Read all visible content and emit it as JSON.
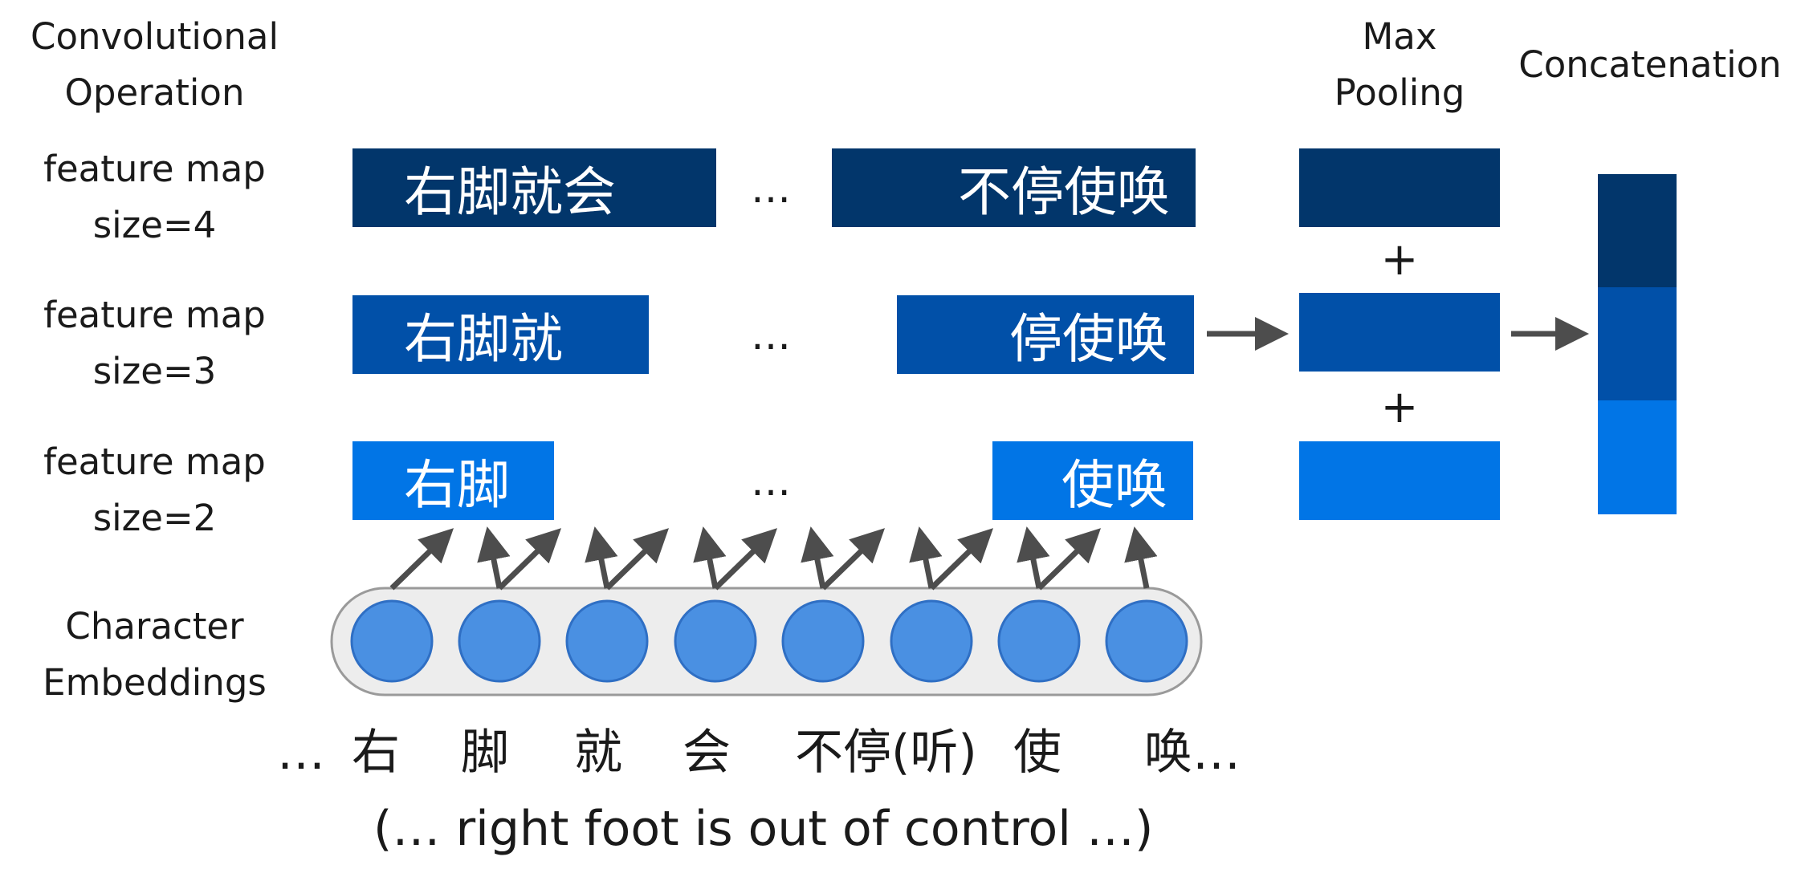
{
  "headers": {
    "conv_line1": "Convolutional",
    "conv_line2": "Operation",
    "max_line1": "Max",
    "max_line2": "Pooling",
    "concat": "Concatenation"
  },
  "rows": [
    {
      "label_line1": "feature map",
      "label_line2": "size=4",
      "first": "右脚就会",
      "last": "不停使唤",
      "ellipsis": "…",
      "color": "#02366b"
    },
    {
      "label_line1": "feature map",
      "label_line2": "size=3",
      "first": "右脚就",
      "last": "停使唤",
      "ellipsis": "…",
      "color": "#0150a8"
    },
    {
      "label_line1": "feature map",
      "label_line2": "size=2",
      "first": "右脚",
      "last": "使唤",
      "ellipsis": "…",
      "color": "#0175e6"
    }
  ],
  "plus_signs": [
    "+",
    "+"
  ],
  "embeddings": {
    "label_line1": "Character",
    "label_line2": "Embeddings",
    "node_color": "#4a90e2",
    "node_border": "#2f6fc4",
    "container_fill": "#ededed",
    "container_border": "#9a9a9a"
  },
  "characters": [
    "…",
    "右",
    "脚",
    "就",
    "会",
    "不",
    "停(听)",
    "使",
    "唤…"
  ],
  "translation": "(… right foot is out of control …)",
  "arrow_color": "#4d4d4d"
}
